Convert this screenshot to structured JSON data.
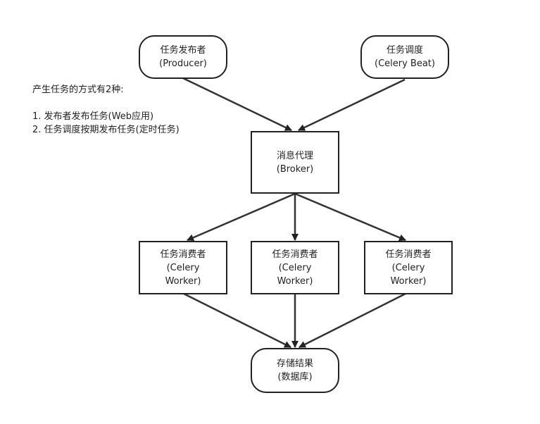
{
  "nodes": {
    "publisher": {
      "line1": "任务发布者",
      "line2": "(Producer)"
    },
    "scheduler": {
      "line1": "任务调度",
      "line2": "(Celery Beat)"
    },
    "broker": {
      "line1": "消息代理",
      "line2": "(Broker)"
    },
    "workers": [
      {
        "line1": "任务消费者",
        "line2": "(Celery",
        "line3": "Worker)"
      },
      {
        "line1": "任务消费者",
        "line2": "(Celery",
        "line3": "Worker)"
      },
      {
        "line1": "任务消费者",
        "line2": "(Celery",
        "line3": "Worker)"
      }
    ],
    "storage": {
      "line1": "存储结果",
      "line2": "(数据库)"
    }
  },
  "note": {
    "title": "产生任务的方式有2种:",
    "items": [
      "1. 发布者发布任务(Web应用)",
      "2. 任务调度按期发布任务(定时任务)"
    ]
  },
  "colors": {
    "stroke": "#222222",
    "background": "#ffffff"
  }
}
